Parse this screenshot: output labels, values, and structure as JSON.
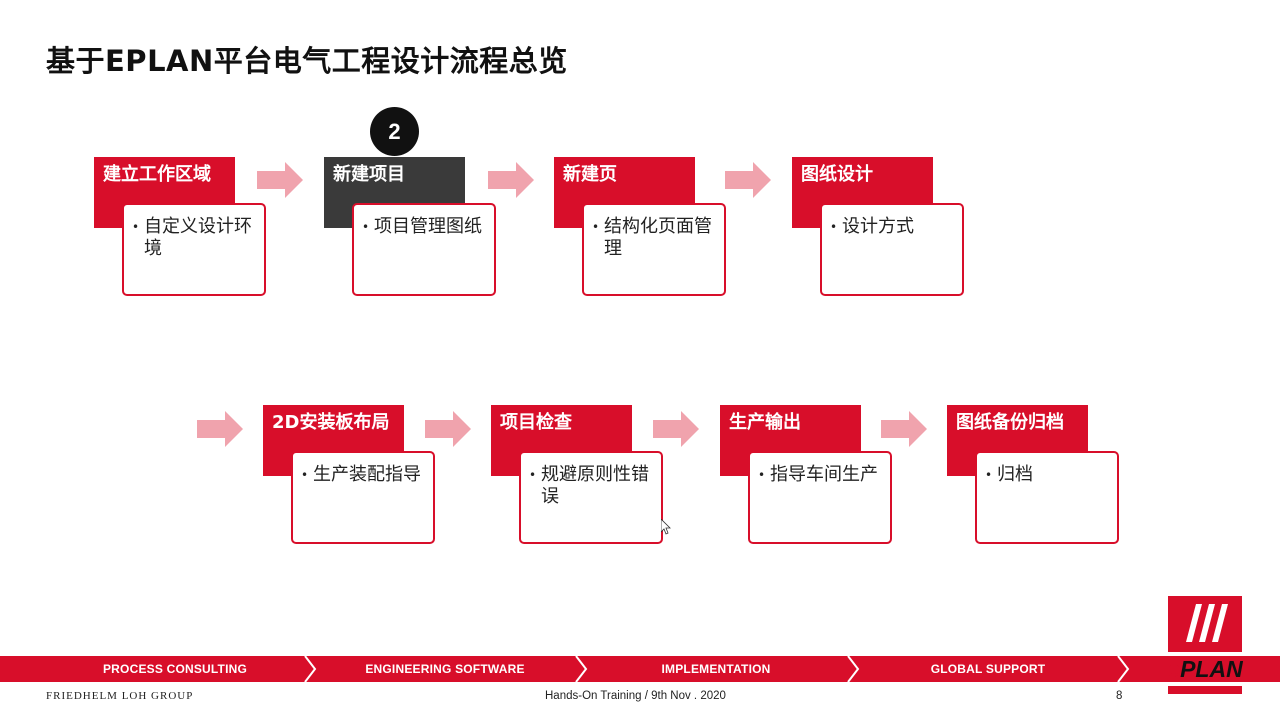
{
  "slide": {
    "title": "基于EPLAN平台电气工程设计流程总览",
    "step_badge": "2"
  },
  "cards": [
    {
      "head": "建立工作区域",
      "body": "自定义设计环境"
    },
    {
      "head": "新建项目",
      "body": "项目管理图纸"
    },
    {
      "head": "新建页",
      "body": "结构化页面管理"
    },
    {
      "head": "图纸设计",
      "body": "设计方式"
    },
    {
      "head": "2D安装板布局",
      "body": "生产装配指导"
    },
    {
      "head": "项目检查",
      "body": "规避原则性错误"
    },
    {
      "head": "生产输出",
      "body": "指导车间生产"
    },
    {
      "head": "图纸备份归档",
      "body": "归档"
    }
  ],
  "bullet_glyph": "•",
  "footer": {
    "band": [
      "PROCESS CONSULTING",
      "ENGINEERING SOFTWARE",
      "IMPLEMENTATION",
      "GLOBAL SUPPORT"
    ],
    "company": "FRIEDHELM LOH GROUP",
    "center": "Hands-On Training / 9th Nov . 2020",
    "page_number": "8"
  },
  "logo": {
    "word_e": "e",
    "word_rest": "PLAN"
  },
  "colors": {
    "accent": "#d80e2a",
    "active_head": "#3a3a3a",
    "arrow": "#f0a3ad"
  }
}
